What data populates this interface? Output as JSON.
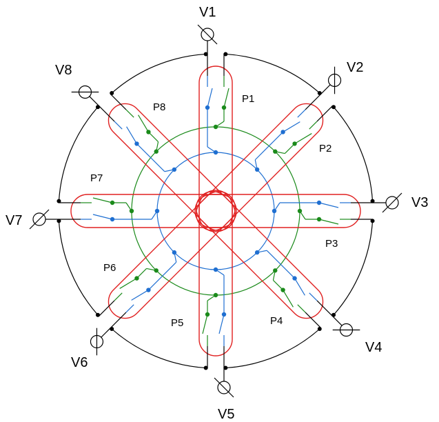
{
  "diagram": {
    "ports": [
      {
        "id": "v1",
        "label": "V1"
      },
      {
        "id": "v2",
        "label": "V2"
      },
      {
        "id": "v3",
        "label": "V3"
      },
      {
        "id": "v4",
        "label": "V4"
      },
      {
        "id": "v5",
        "label": "V5"
      },
      {
        "id": "v6",
        "label": "V6"
      },
      {
        "id": "v7",
        "label": "V7"
      },
      {
        "id": "v8",
        "label": "V8"
      }
    ],
    "paths": [
      {
        "id": "p1",
        "label": "P1"
      },
      {
        "id": "p2",
        "label": "P2"
      },
      {
        "id": "p3",
        "label": "P3"
      },
      {
        "id": "p4",
        "label": "P4"
      },
      {
        "id": "p5",
        "label": "P5"
      },
      {
        "id": "p6",
        "label": "P6"
      },
      {
        "id": "p7",
        "label": "P7"
      },
      {
        "id": "p8",
        "label": "P8"
      }
    ],
    "colors": {
      "outer_ring": "#000000",
      "middle_ring": "#1a8a1a",
      "inner_ring": "#1f6fd1",
      "path_outline": "#e02020",
      "switch_blue": "#1f6fd1",
      "switch_green": "#1a8a1a"
    }
  }
}
